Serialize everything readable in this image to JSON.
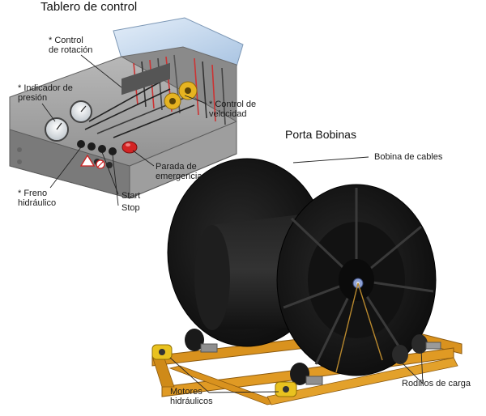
{
  "panel": {
    "title": "Tablero de control",
    "labels": {
      "rotation": "* Control\nde rotación",
      "pressure": "* Indicador de\npresión",
      "speed": "* Control de\nvelocidad",
      "emergency": "Parada de\nemergencia",
      "brake": "* Freno\nhidráulico",
      "start": "Start",
      "stop": "Stop"
    }
  },
  "reel_stand": {
    "title": "Porta Bobinas",
    "labels": {
      "cable_reel": "Bobina de cables",
      "rollers": "Rodillos de carga",
      "motors": "Motores\nhidráulicos"
    }
  },
  "colors": {
    "frame": "#d9921e",
    "reel": "#151515",
    "panel_body": "#9a9a9a",
    "lid": "#c9dcf0",
    "gear": "#e6b421",
    "emergency_button": "#d42424"
  }
}
